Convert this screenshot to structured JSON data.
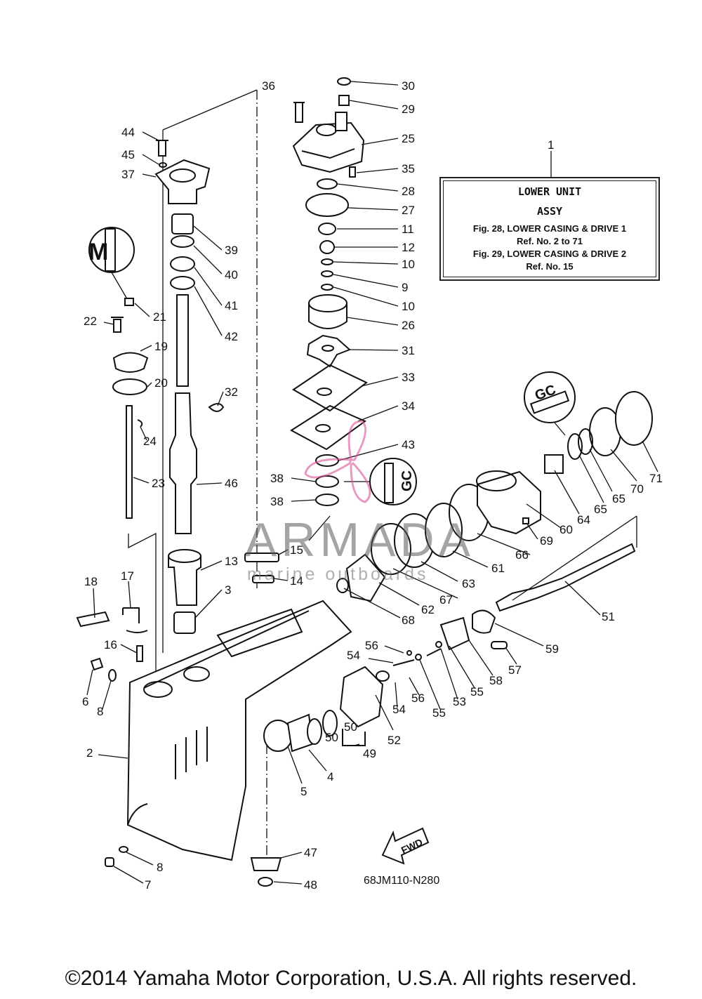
{
  "callouts": [
    {
      "id": "c36",
      "label": "36"
    },
    {
      "id": "c30",
      "label": "30"
    },
    {
      "id": "c29",
      "label": "29"
    },
    {
      "id": "c25",
      "label": "25"
    },
    {
      "id": "c35",
      "label": "35"
    },
    {
      "id": "c28",
      "label": "28"
    },
    {
      "id": "c27",
      "label": "27"
    },
    {
      "id": "c11",
      "label": "11"
    },
    {
      "id": "c12",
      "label": "12"
    },
    {
      "id": "c10a",
      "label": "10"
    },
    {
      "id": "c9",
      "label": "9"
    },
    {
      "id": "c10b",
      "label": "10"
    },
    {
      "id": "c26",
      "label": "26"
    },
    {
      "id": "c31",
      "label": "31"
    },
    {
      "id": "c33",
      "label": "33"
    },
    {
      "id": "c34",
      "label": "34"
    },
    {
      "id": "c43",
      "label": "43"
    },
    {
      "id": "c38a",
      "label": "38"
    },
    {
      "id": "c38b",
      "label": "38"
    },
    {
      "id": "c44",
      "label": "44"
    },
    {
      "id": "c45",
      "label": "45"
    },
    {
      "id": "c37",
      "label": "37"
    },
    {
      "id": "c39",
      "label": "39"
    },
    {
      "id": "c40",
      "label": "40"
    },
    {
      "id": "c41",
      "label": "41"
    },
    {
      "id": "c42",
      "label": "42"
    },
    {
      "id": "c21",
      "label": "21"
    },
    {
      "id": "c22",
      "label": "22"
    },
    {
      "id": "c19",
      "label": "19"
    },
    {
      "id": "c20",
      "label": "20"
    },
    {
      "id": "c32",
      "label": "32"
    },
    {
      "id": "c24",
      "label": "24"
    },
    {
      "id": "c23",
      "label": "23"
    },
    {
      "id": "c46",
      "label": "46"
    },
    {
      "id": "c15",
      "label": "15"
    },
    {
      "id": "c13",
      "label": "13"
    },
    {
      "id": "c14",
      "label": "14"
    },
    {
      "id": "c3",
      "label": "3"
    },
    {
      "id": "c18",
      "label": "18"
    },
    {
      "id": "c17",
      "label": "17"
    },
    {
      "id": "c16",
      "label": "16"
    },
    {
      "id": "c6",
      "label": "6"
    },
    {
      "id": "c8a",
      "label": "8"
    },
    {
      "id": "c2",
      "label": "2"
    },
    {
      "id": "c8b",
      "label": "8"
    },
    {
      "id": "c7",
      "label": "7"
    },
    {
      "id": "c47",
      "label": "47"
    },
    {
      "id": "c48",
      "label": "48"
    },
    {
      "id": "c5",
      "label": "5"
    },
    {
      "id": "c4",
      "label": "4"
    },
    {
      "id": "c50a",
      "label": "50"
    },
    {
      "id": "c50b",
      "label": "50"
    },
    {
      "id": "c49",
      "label": "49"
    },
    {
      "id": "c52",
      "label": "52"
    },
    {
      "id": "c54a",
      "label": "54"
    },
    {
      "id": "c56a",
      "label": "56"
    },
    {
      "id": "c54b",
      "label": "54"
    },
    {
      "id": "c56b",
      "label": "56"
    },
    {
      "id": "c55a",
      "label": "55"
    },
    {
      "id": "c53",
      "label": "53"
    },
    {
      "id": "c55b",
      "label": "55"
    },
    {
      "id": "c58",
      "label": "58"
    },
    {
      "id": "c57",
      "label": "57"
    },
    {
      "id": "c59",
      "label": "59"
    },
    {
      "id": "c51",
      "label": "51"
    },
    {
      "id": "c68",
      "label": "68"
    },
    {
      "id": "c62",
      "label": "62"
    },
    {
      "id": "c67",
      "label": "67"
    },
    {
      "id": "c63",
      "label": "63"
    },
    {
      "id": "c61",
      "label": "61"
    },
    {
      "id": "c66",
      "label": "66"
    },
    {
      "id": "c69",
      "label": "69"
    },
    {
      "id": "c60",
      "label": "60"
    },
    {
      "id": "c64",
      "label": "64"
    },
    {
      "id": "c65a",
      "label": "65"
    },
    {
      "id": "c65b",
      "label": "65"
    },
    {
      "id": "c70",
      "label": "70"
    },
    {
      "id": "c71",
      "label": "71"
    },
    {
      "id": "c1",
      "label": "1"
    }
  ],
  "info_box": {
    "line1": "LOWER UNIT",
    "line2": "ASSY",
    "line3": "Fig. 28, LOWER CASING & DRIVE 1",
    "line4": "Ref. No. 2 to 71",
    "line5": "Fig. 29, LOWER CASING & DRIVE 2",
    "line6": "Ref. No. 15"
  },
  "fwd_label": "FWD",
  "diagram_code": "68JM110-N280",
  "watermark": {
    "brand": "ARMADA",
    "tagline": "marine outboards"
  },
  "copyright": "©2014 Yamaha Motor Corporation, U.S.A. All rights reserved.",
  "symbols": {
    "lubricant_m": "M",
    "lubricant_gc_a": "GC",
    "lubricant_gc_b": "GC"
  },
  "colors": {
    "line": "#111111",
    "watermark_pink": "#d9569a",
    "watermark_gray": "#7a7a7a"
  }
}
